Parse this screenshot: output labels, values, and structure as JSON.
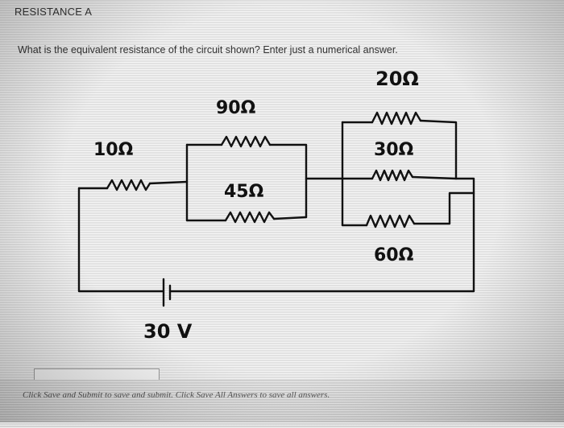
{
  "header": {
    "title": "RESISTANCE A"
  },
  "question": {
    "text": "What is the equivalent resistance of the circuit shown? Enter just a numerical answer."
  },
  "circuit": {
    "labels": {
      "r10": "10Ω",
      "r90": "90Ω",
      "r45": "45Ω",
      "r20": "20Ω",
      "r30": "30Ω",
      "r60": "60Ω",
      "voltage": "30 V"
    }
  },
  "answer": {
    "value": ""
  },
  "footer": {
    "text": "Click Save and Submit to save and submit. Click Save All Answers to save all answers."
  }
}
